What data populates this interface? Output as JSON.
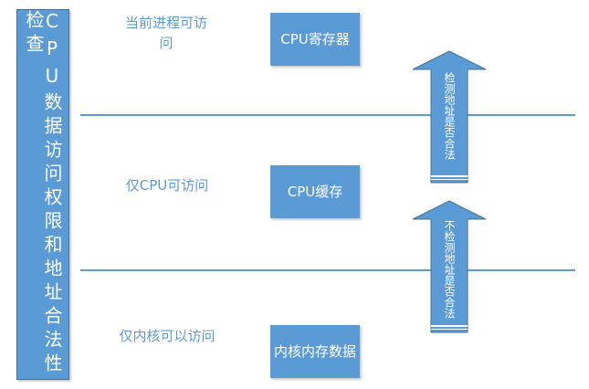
{
  "sidebar": {
    "title": "CPU数据访问权限和地址合法性检查"
  },
  "levels": [
    {
      "description": "当前进程可访问",
      "box": "CPU寄存器"
    },
    {
      "description": "仅CPU可访问",
      "box": "CPU缓存"
    },
    {
      "description": "仅内核可以访问",
      "box": "内核内存数据"
    }
  ],
  "arrows": [
    {
      "label": "检测地址是否合法"
    },
    {
      "label": "不检测地址是否合法"
    }
  ],
  "colors": {
    "primary": "#5b9bd5",
    "border": "#41719c",
    "background": "#ffffff"
  }
}
